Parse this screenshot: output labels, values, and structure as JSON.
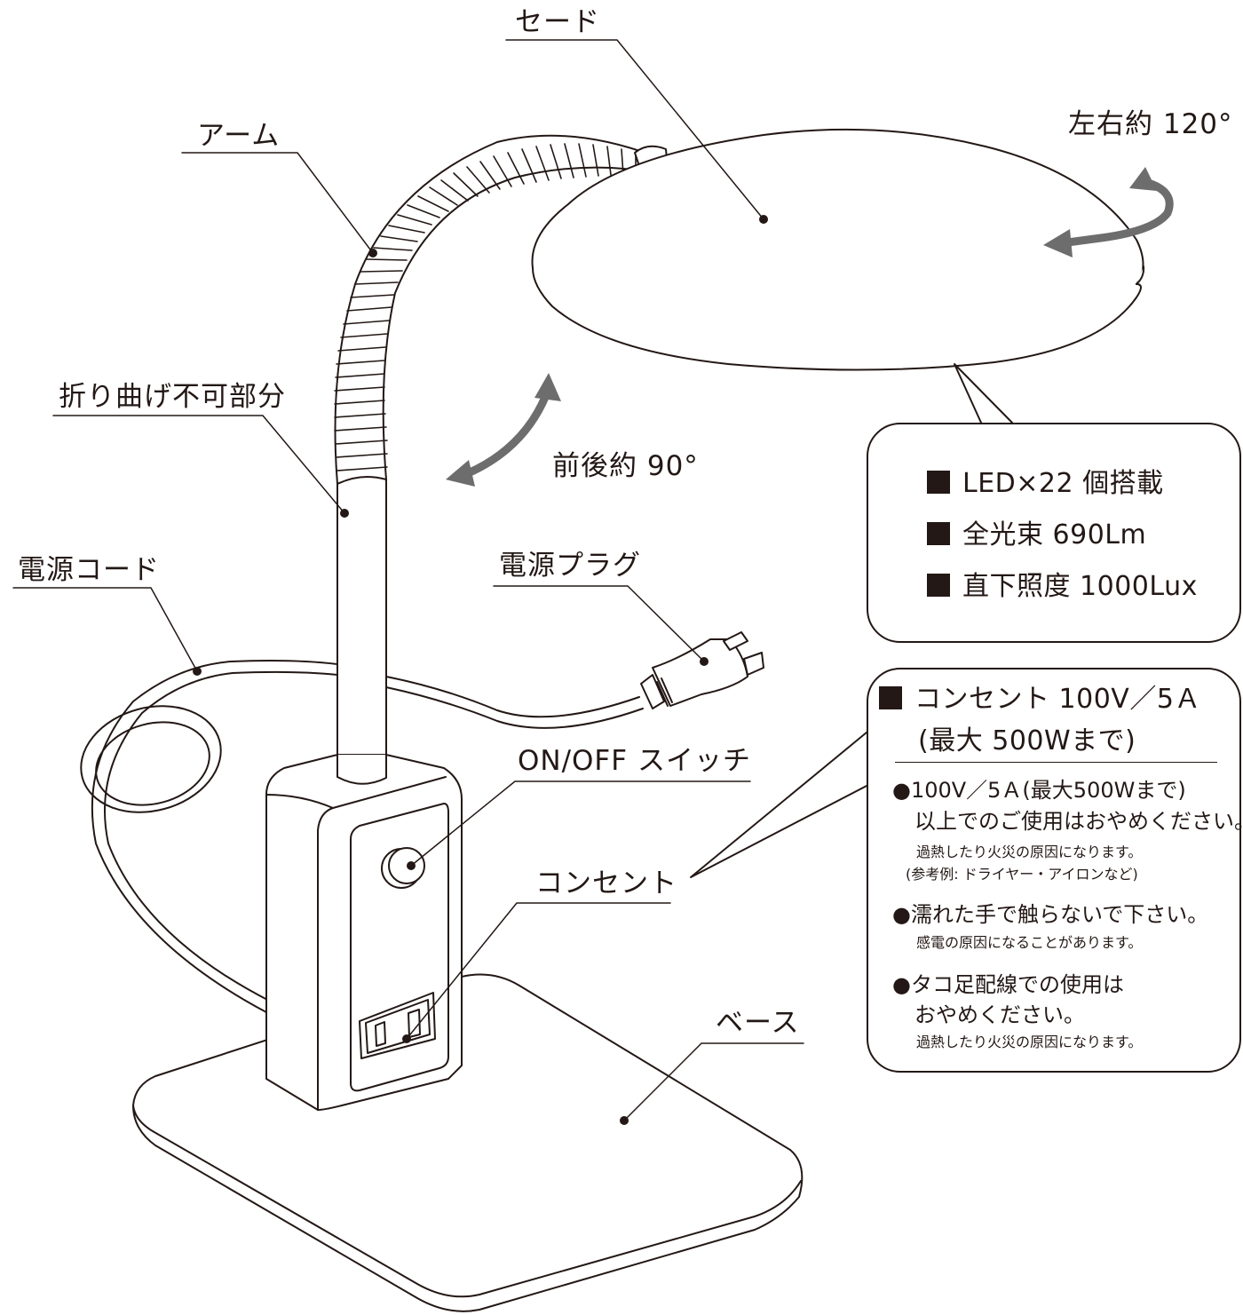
{
  "labels": {
    "shade": "セード",
    "arm": "アーム",
    "rigid": "折り曲げ不可部分",
    "cord": "電源コード",
    "plug": "電源プラグ",
    "switch": "ON/OFF スイッチ",
    "outlet": "コンセント",
    "base": "ベース",
    "rotate_lr": "左右約 120°",
    "tilt_fb": "前後約 90°"
  },
  "specs": [
    "LED×22 個搭載",
    "全光束 690Lm",
    "直下照度 1000Lux"
  ],
  "warning": {
    "title_line1": "コンセント 100V／5Ａ",
    "title_line2": "(最大 500Wまで)",
    "items": [
      {
        "main": [
          "●100V／5Ａ(最大500Wまで)",
          "以上でのご使用はおやめください。"
        ],
        "sub": [
          "過熱したり火災の原因になります。",
          "(参考例: ドライヤー・アイロンなど)"
        ]
      },
      {
        "main": [
          "●濡れた手で触らないで下さい。"
        ],
        "sub": [
          "感電の原因になることがあります。"
        ]
      },
      {
        "main": [
          "●タコ足配線での使用は",
          "おやめください。"
        ],
        "sub": [
          "過熱したり火災の原因になります。"
        ]
      }
    ]
  },
  "colors": {
    "line": "#231815",
    "arrow": "#6d6d6d",
    "background": "#ffffff"
  }
}
